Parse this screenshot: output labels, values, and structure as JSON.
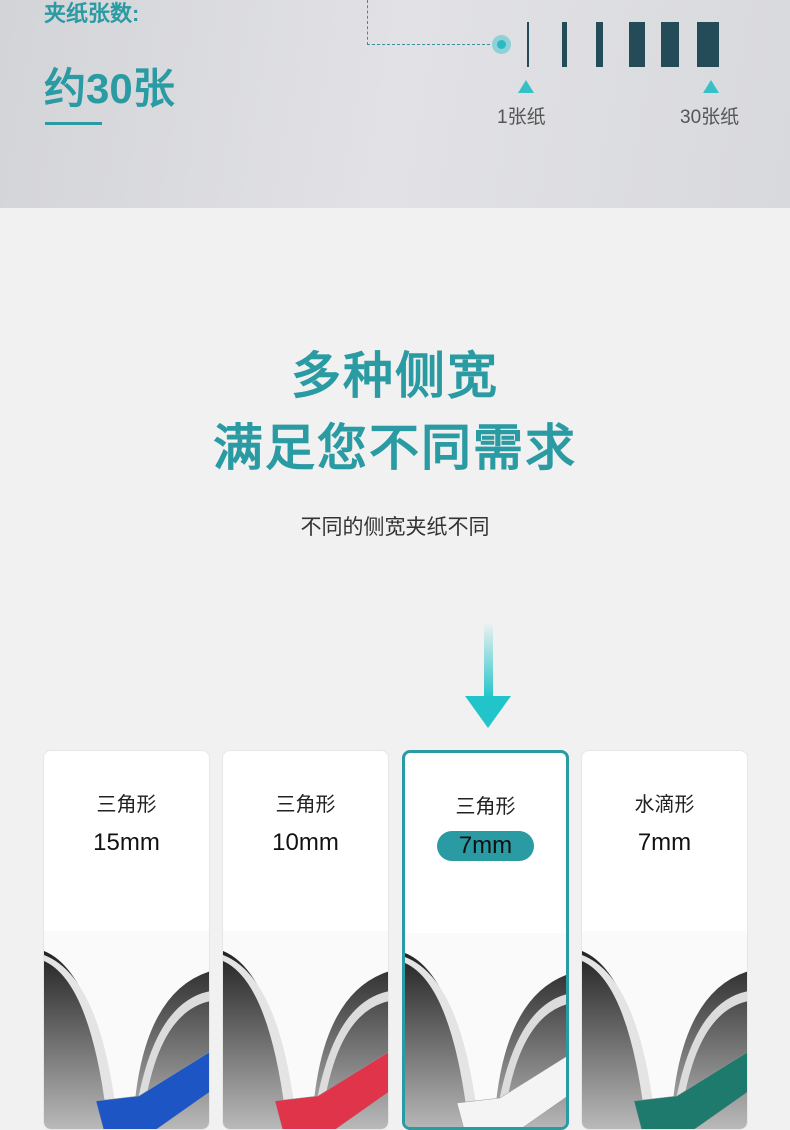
{
  "capacity": {
    "label": "夹纸张数:",
    "value": "约30张",
    "scale_min_label": "1张纸",
    "scale_max_label": "30张纸"
  },
  "headline": {
    "line1": "多种侧宽",
    "line2": "满足您不同需求",
    "subtitle": "不同的侧宽夹纸不同"
  },
  "options": [
    {
      "shape": "三角形",
      "size": "15mm",
      "color": "#1d56c4",
      "selected": false
    },
    {
      "shape": "三角形",
      "size": "10mm",
      "color": "#e0344a",
      "selected": false
    },
    {
      "shape": "三角形",
      "size": "7mm",
      "color": "#f4f4f4",
      "selected": true
    },
    {
      "shape": "水滴形",
      "size": "7mm",
      "color": "#1f7a6e",
      "selected": false
    }
  ],
  "colors": {
    "accent": "#2a9aa3",
    "arrow": "#21c4c9",
    "bars": "#234b58"
  }
}
